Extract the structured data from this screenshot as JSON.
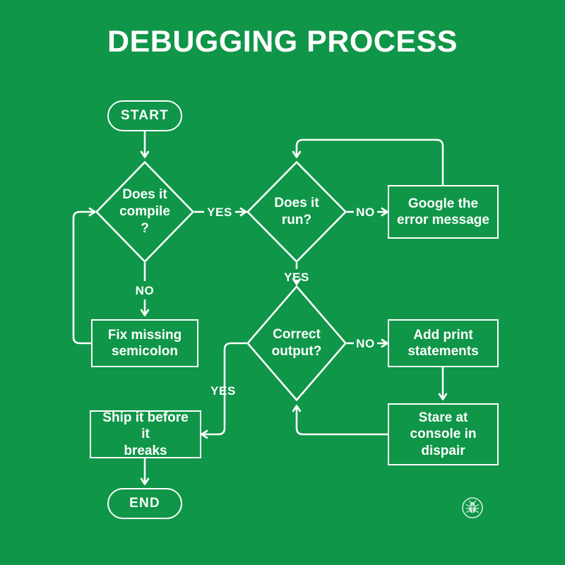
{
  "page": {
    "title": "DEBUGGING PROCESS",
    "background_color": "#0f9648",
    "ink_color": "#ffffff"
  },
  "nodes": {
    "start": {
      "label": "START",
      "shape": "terminator"
    },
    "compile": {
      "label": "Does it compile ?",
      "shape": "decision"
    },
    "run": {
      "label": "Does it run?",
      "shape": "decision"
    },
    "google": {
      "label": "Google the error message",
      "shape": "process"
    },
    "fix": {
      "label": "Fix missing semicolon",
      "shape": "process"
    },
    "correct": {
      "label": "Correct output?",
      "shape": "decision"
    },
    "addprint": {
      "label": "Add print statements",
      "shape": "process"
    },
    "stare": {
      "label": "Stare at console in dispair",
      "shape": "process"
    },
    "ship": {
      "label": "Ship it before it breaks",
      "shape": "process"
    },
    "end": {
      "label": "END",
      "shape": "terminator"
    }
  },
  "node_lines": {
    "compile": [
      "Does it",
      "compile",
      "?"
    ],
    "run": [
      "Does it",
      "run?"
    ],
    "google": [
      "Google the",
      "error message"
    ],
    "fix": [
      "Fix missing",
      "semicolon"
    ],
    "correct": [
      "Correct",
      "output?"
    ],
    "addprint": [
      "Add print",
      "statements"
    ],
    "stare": [
      "Stare at",
      "console in",
      "dispair"
    ],
    "ship": [
      "Ship it before it",
      "breaks"
    ]
  },
  "edge_labels": {
    "compile_yes": "YES",
    "compile_no": "NO",
    "run_no": "NO",
    "run_yes": "YES",
    "correct_no": "NO",
    "correct_yes": "YES"
  },
  "watermark": {
    "icon": "bug-icon"
  }
}
